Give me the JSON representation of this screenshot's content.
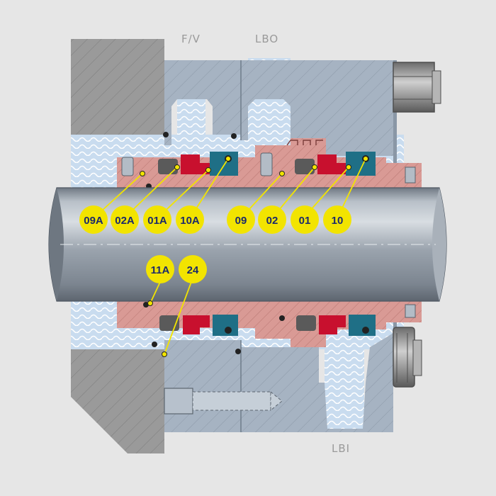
{
  "ports": {
    "fv": "F/V",
    "lbo": "LBO",
    "lbi": "LBI"
  },
  "callouts": [
    {
      "id": "c-09a",
      "label": "09A"
    },
    {
      "id": "c-02a",
      "label": "02A"
    },
    {
      "id": "c-01a",
      "label": "01A"
    },
    {
      "id": "c-10a",
      "label": "10A"
    },
    {
      "id": "c-09",
      "label": "09"
    },
    {
      "id": "c-02",
      "label": "02"
    },
    {
      "id": "c-01",
      "label": "01"
    },
    {
      "id": "c-10",
      "label": "10"
    },
    {
      "id": "c-11a",
      "label": "11A"
    },
    {
      "id": "c-24",
      "label": "24"
    }
  ],
  "colors": {
    "background": "#e6e6e6",
    "gland": "#a6b3c2",
    "housing": "#9a9a9a",
    "sleeve": "#d99a95",
    "seal_face": "#c8102e",
    "rotating_ring": "#1f6f86",
    "barrier_fluid": "#c9dcef",
    "shaft": "#8e98a4",
    "callout_fill": "#f2e400",
    "callout_text": "#1b2a6b"
  }
}
